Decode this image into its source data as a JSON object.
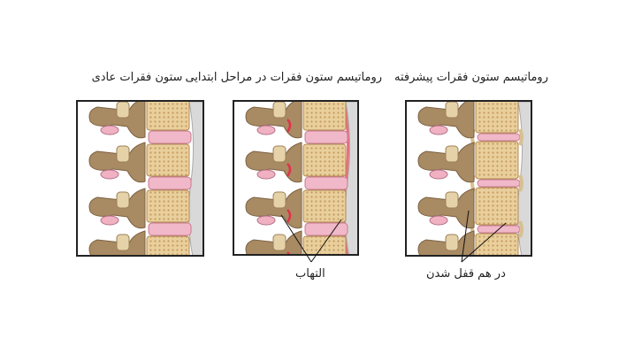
{
  "panels": [
    {
      "title": "ستون فقرات عادی",
      "variant": "normal"
    },
    {
      "title": "روماتیسم ستون فقرات در مراحل ابتدایی",
      "variant": "early"
    },
    {
      "title": "روماتیسم ستون فقرات پیشرفته",
      "variant": "advanced"
    }
  ],
  "labels": {
    "inflammation": "التهاب",
    "fusion": "در هم قفل شدن"
  },
  "colors": {
    "bone": "#e9cf9c",
    "disc": "#f0b8c8",
    "process": "#a88a63",
    "inflammation": "#e0324a",
    "cord": "#d9d9d9"
  }
}
